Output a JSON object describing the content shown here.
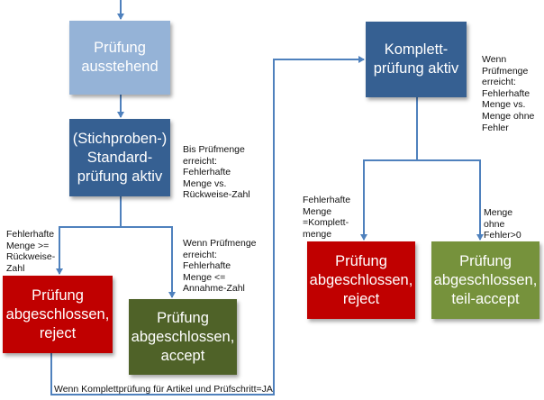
{
  "colors": {
    "line": "#4f81bd",
    "box_pending": "#95b3d7",
    "box_active": "#366092",
    "box_reject": "#c00000",
    "box_accept": "#4f6228",
    "box_partial": "#76923c"
  },
  "nodes": {
    "pending": "Prüfung\nausstehend",
    "standard": "(Stichproben-)\nStandard-\nprüfung aktiv",
    "reject_left": "Prüfung\nabgeschlossen,\nreject",
    "accept": "Prüfung\nabgeschlossen,\naccept",
    "complete": "Komplett-\nprüfung aktiv",
    "reject_right": "Prüfung\nabgeschlossen,\nreject",
    "partial_accept": "Prüfung\nabgeschlossen,\nteil-accept"
  },
  "labels": {
    "standard_note": "Bis Prüfmenge\nerreicht:\nFehlerhafte\nMenge vs.\nRückweise-Zahl",
    "to_reject": "Fehlerhafte\nMenge >=\nRückweise-\nZahl",
    "to_accept": "Wenn Prüfmenge\nerreicht:\nFehlerhafte\nMenge <=\nAnnahme-Zahl",
    "to_complete": "Wenn Komplettprüfung für Artikel und Prüfschritt=JA",
    "complete_note": "Wenn\nPrüfmenge\nerreicht:\nFehlerhafte\nMenge vs.\nMenge ohne\nFehler",
    "to_reject_right": "Fehlerhafte\nMenge\n=Komplett-\nmenge",
    "to_partial": "Menge\nohne\nFehler>0"
  }
}
